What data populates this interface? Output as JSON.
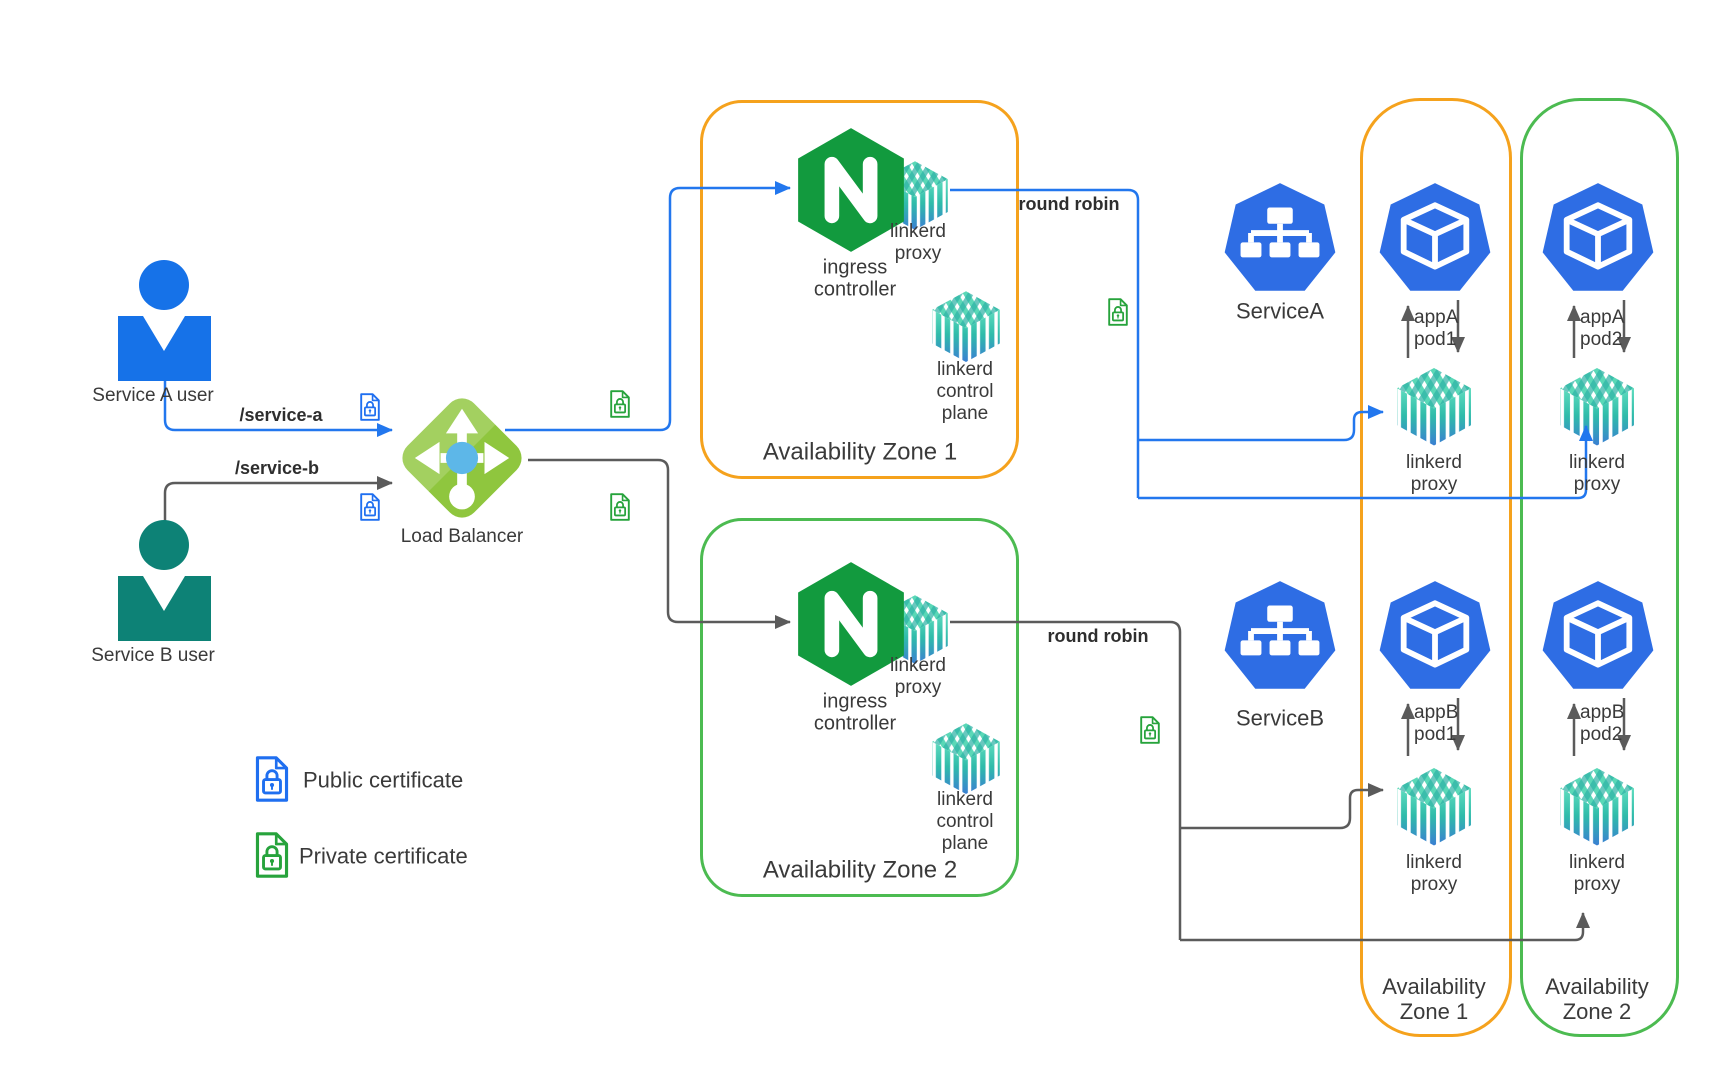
{
  "colors": {
    "flow_blue": "#2277ee",
    "flow_gray": "#5b5b5b",
    "user_a_blue": "#1672e8",
    "user_b_teal": "#0d8276",
    "nginx_green": "#129a3e",
    "k8s_blue": "#2e6de4",
    "lb_green": "#8fc63e",
    "lb_center_blue": "#5db7e8",
    "zone1_orange": "#f5a21d",
    "zone2_green": "#4cbb51",
    "cert_public_blue": "#1f6ff0",
    "cert_private_green": "#27a33c",
    "text": "#3a3a3a"
  },
  "users": {
    "a": {
      "name": "Service A user",
      "route": "/service-a"
    },
    "b": {
      "name": "Service B user",
      "route": "/service-b"
    }
  },
  "load_balancer": {
    "name": "Load Balancer"
  },
  "zones": {
    "az1": {
      "title": "Availability Zone 1"
    },
    "az2": {
      "title": "Availability Zone 2"
    }
  },
  "ingress": {
    "line1": "ingress",
    "line2": "controller"
  },
  "linkerd": {
    "name": "linkerd",
    "proxy": "proxy",
    "control": "control",
    "plane": "plane"
  },
  "labels": {
    "round_robin": "round robin"
  },
  "services": {
    "a": "ServiceA",
    "b": "ServiceB"
  },
  "pods": {
    "a1": {
      "app": "appA",
      "pod": "pod1"
    },
    "a2": {
      "app": "appA",
      "pod": "pod2"
    },
    "b1": {
      "app": "appB",
      "pod": "pod1"
    },
    "b2": {
      "app": "appB",
      "pod": "pod2"
    }
  },
  "columns": {
    "z1": {
      "line1": "Availability",
      "line2": "Zone 1"
    },
    "z2": {
      "line1": "Availability",
      "line2": "Zone 2"
    }
  },
  "legend": {
    "public": "Public certificate",
    "private": "Private certificate"
  }
}
